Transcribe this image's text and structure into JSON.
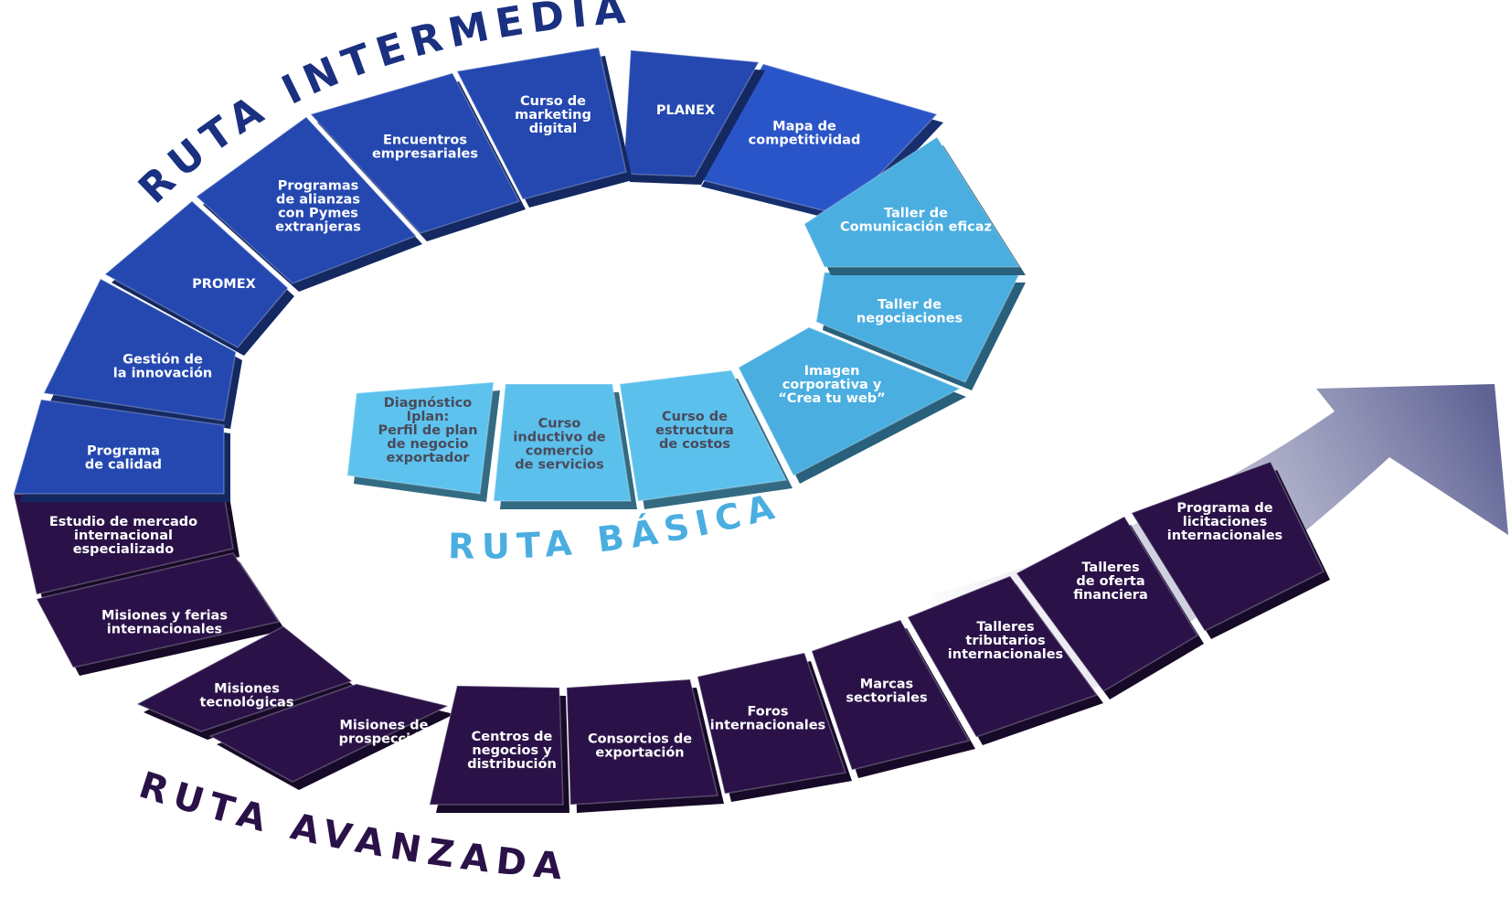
{
  "colors": {
    "basic": "#4aaee0",
    "basic_light": "#5cc0ec",
    "intermediate": "#2448b0",
    "intermediate_dark": "#1a3080",
    "advanced": "#2a1248",
    "basic_text_light": "#ffffff",
    "basic_text_inner": "#4a4a5a",
    "arrow": "#6b6e9e"
  },
  "titles": {
    "intermediate": "RUTA INTERMEDIA",
    "basic": "RUTA BÁSICA",
    "advanced": "RUTA AVANZADA"
  },
  "routes": {
    "basic": [
      "Diagnóstico\nIplan:\nPerfil de plan\nde negocio\nexportador",
      "Curso\ninductivo de\ncomercio\nde servicios",
      "Curso de\nestructura\nde costos",
      "Imagen\ncorporativa y\n“Crea tu web”",
      "Taller de\nnegociaciones",
      "Taller de\nComunicación eficaz"
    ],
    "intermediate": [
      "Mapa de\ncompetitividad",
      "PLANEX",
      "Curso de\nmarketing\ndigital",
      "Encuentros\nempresariales",
      "Programas\nde alianzas\ncon Pymes\nextranjeras",
      "PROMEX",
      "Gestión de\nla innovación",
      "Programa\nde calidad"
    ],
    "advanced": [
      "Estudio de mercado\ninternacional\nespecializado",
      "Misiones y ferias\ninternacionales",
      "Misiones\ntecnológicas",
      "Misiones de\nprospección",
      "Centros de\nnegocios y\ndistribución",
      "Consorcios de\nexportación",
      "Foros\ninternacionales",
      "Marcas\nsectoriales",
      "Talleres\ntributarios\ninternacionales",
      "Talleres\nde oferta\nfinanciera",
      "Programa de\nlicitaciones\ninternacionales"
    ]
  }
}
